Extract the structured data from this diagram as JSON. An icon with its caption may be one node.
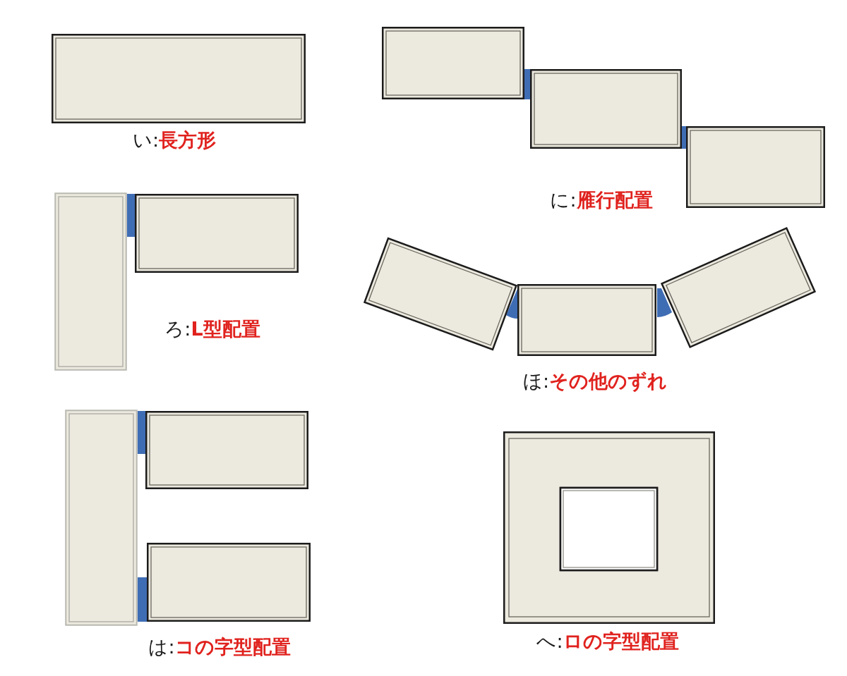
{
  "diagram": {
    "labels": [
      "い:**長方形**",
      "に:**雁行配置**",
      "ろ:**L型配置**",
      "ほ:**その他のずれ**",
      "は:**コの字型配置**",
      "へ:**ロの字型配置**"
    ]
  }
}
